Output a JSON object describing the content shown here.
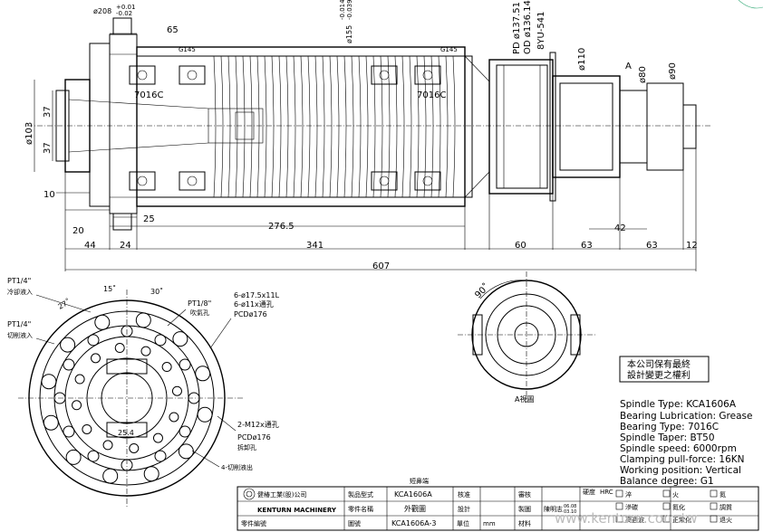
{
  "drawing": {
    "dims": {
      "d208": "ø208",
      "d208_tol_upper": "+0.01",
      "d208_tol_lower": "-0.02",
      "d65": "65",
      "g145_left": "G145",
      "g145_right": "G145",
      "d155": "ø155",
      "d155_tol_upper": "-0.014",
      "d155_tol_lower": "-0.039",
      "pd": "PD ø137.51",
      "od": "OD ø136.14",
      "belt": "8YU-541",
      "d110": "ø110",
      "section_a": "A",
      "d80": "ø80",
      "d90": "ø90",
      "bearing_left": "7016C",
      "bearing_right": "7016C",
      "d103": "ø103",
      "d37_top": "37",
      "d37_bot": "37",
      "d10": "10",
      "d20": "20",
      "d25": "25",
      "d276": "276.5",
      "d42": "42",
      "d44": "44",
      "d24": "24",
      "d341": "341",
      "d60": "60",
      "d63a": "63",
      "d63b": "63",
      "d12": "12",
      "d607": "607"
    },
    "front_view": {
      "pt14_top": "PT1/4\"",
      "coolant_in": "冷卻液入",
      "a15": "15˚",
      "a30": "30˚",
      "a27": "27˚",
      "pt18": "PT1/8\"",
      "blow": "吹氣孔",
      "holes1": "6-ø17.5x11L",
      "holes2": "6-ø11x通孔",
      "pcd1": "PCDø176",
      "pt14_left": "PT1/4\"",
      "cut_in": "切削液入",
      "m12": "2-M12x通孔",
      "pcd2": "PCDø176",
      "remove": "拆卸孔",
      "d254": "25.4",
      "cut_out": "4-切削液出"
    },
    "section_view": {
      "angle": "90˚",
      "label": "A視圖"
    },
    "rights_line1": "本公司保有最終",
    "rights_line2": "設計變更之權利"
  },
  "specs": [
    "Spindle Type: KCA1606A",
    "Bearing Lubrication: Grease",
    "Bearing Type: 7016C",
    "Spindle Taper: BT50",
    "Spindle speed: 6000rpm",
    "Clamping pull-force: 16KN",
    "Working position: Vertical",
    "Balance degree: G1"
  ],
  "title_block": {
    "header": "短鼻端",
    "company_cn": "健椿工業(股)公司",
    "company_en": "KENTURN MACHINERY",
    "model_label": "製品型式",
    "model_value": "KCA1606A",
    "verify_label": "核准",
    "review_label": "審核",
    "hardness_label": "硬度",
    "hardness_value": "HRC",
    "part_name_label": "零件名稱",
    "part_name_value": "外觀圖",
    "design_label": "設計",
    "draw_label": "製圖",
    "draw_person": "陳明志",
    "draw_date1": "06.08",
    "draw_date2": "03.10",
    "part_no_label": "零件編號",
    "drawing_no_label": "圖號",
    "drawing_no_value": "KCA1606A-3",
    "unit_label": "單位",
    "unit_value": "mm",
    "material_label": "材料",
    "checks": [
      "淬",
      "火",
      "氮",
      "滲碳",
      "氮化",
      "調質",
      "高週波",
      "正常化",
      "退火"
    ],
    "watermark": "www.kenturn.com.tw"
  }
}
